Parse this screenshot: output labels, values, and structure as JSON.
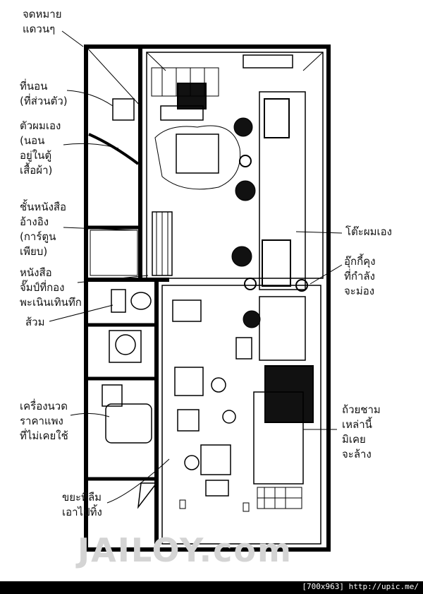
{
  "labels": {
    "letters": [
      "จดหมาย",
      "แดวนๆ"
    ],
    "bed": [
      "ที่นอน",
      "(ที่ส่วนตัว)"
    ],
    "me_closet": [
      "ตัวผมเอง",
      "(นอน",
      "อยู่ในตู้",
      "เสื้อผ้า)"
    ],
    "bookshelf": [
      "ชั้นหนังสือ",
      "อ้างอิง",
      "(การ์ตูน",
      "เพียบ)"
    ],
    "books_pile": [
      "หนังสือ",
      "จั๊มป์ที่กอง",
      "พะเนินเทินทึก"
    ],
    "toilet": [
      "ส้วม"
    ],
    "massager": [
      "เครื่องนวด",
      "ราคาแพง",
      "ที่ไม่เคยใช้"
    ],
    "trash": [
      "ขยะที่ลืม",
      "เอาไปทิ้ง"
    ],
    "my_desk": [
      "โต๊ะผมเอง"
    ],
    "assistant": [
      "อุ๊กกี้คุง",
      "ที่กำลัง",
      "จะม่อง"
    ],
    "dishes": [
      "ถ้วยชาม",
      "เหล่านี้",
      "มิเคย",
      "จะล้าง"
    ]
  },
  "watermark": "JAILOY.com",
  "footer": "[700x963] http://upic.me/"
}
